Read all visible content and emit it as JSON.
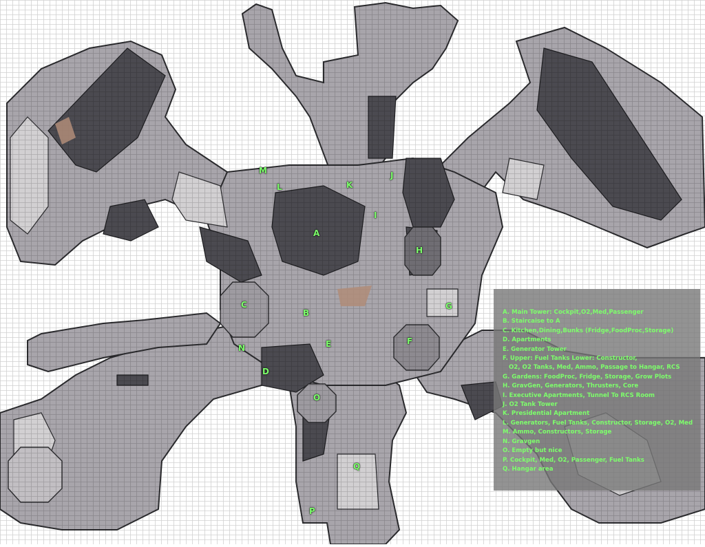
{
  "map": {
    "zone_labels": [
      {
        "id": "A",
        "text": "A"
      },
      {
        "id": "B",
        "text": "B"
      },
      {
        "id": "C",
        "text": "C"
      },
      {
        "id": "D",
        "text": "D"
      },
      {
        "id": "E",
        "text": "E"
      },
      {
        "id": "F",
        "text": "F"
      },
      {
        "id": "G",
        "text": "G"
      },
      {
        "id": "H",
        "text": "H"
      },
      {
        "id": "I",
        "text": "I"
      },
      {
        "id": "J",
        "text": "J"
      },
      {
        "id": "K",
        "text": "K"
      },
      {
        "id": "L",
        "text": "L"
      },
      {
        "id": "M",
        "text": "M"
      },
      {
        "id": "N",
        "text": "N"
      },
      {
        "id": "O",
        "text": "O"
      },
      {
        "id": "P",
        "text": "P"
      },
      {
        "id": "Q",
        "text": "Q"
      }
    ]
  },
  "legend": {
    "items": [
      "A. Main Tower: Cockpit,O2,Med,Passenger",
      "B. Staircaise to A",
      "C. Kitchen,Dining,Bunks (Fridge,FoodProc,Storage)",
      "D. Apartments",
      "E. Generator Tower",
      "F. Upper: Fuel Tanks Lower: Constructor,",
      "O2, O2 Tanks, Med, Ammo, Passage to Hangar, RCS",
      "G. Gardens: FoodProc, Fridge, Storage, Grow Plots",
      "H. GravGen, Generators, Thrusters, Core",
      "I. Executive Apartments, Tunnel To RCS Room",
      "J. O2 Tank Tower",
      "K. Presidential Apartment",
      "L. Generators, Fuel Tanks, Constructor, Storage, O2, Med",
      "M. Ammo, Constructors, Storage",
      "N. Gravgen",
      "O. Empty but nice",
      "P. Cockpit, Med, O2, Passenger, Fuel Tanks",
      "Q. Hangar area"
    ]
  },
  "colors": {
    "hull": "#a8a5ab",
    "hull_light": "#d2d0d2",
    "hull_dark": "#4b4a50",
    "outline": "#2b2b2e",
    "label": "#7dff6b",
    "legend_bg": "#787878"
  }
}
